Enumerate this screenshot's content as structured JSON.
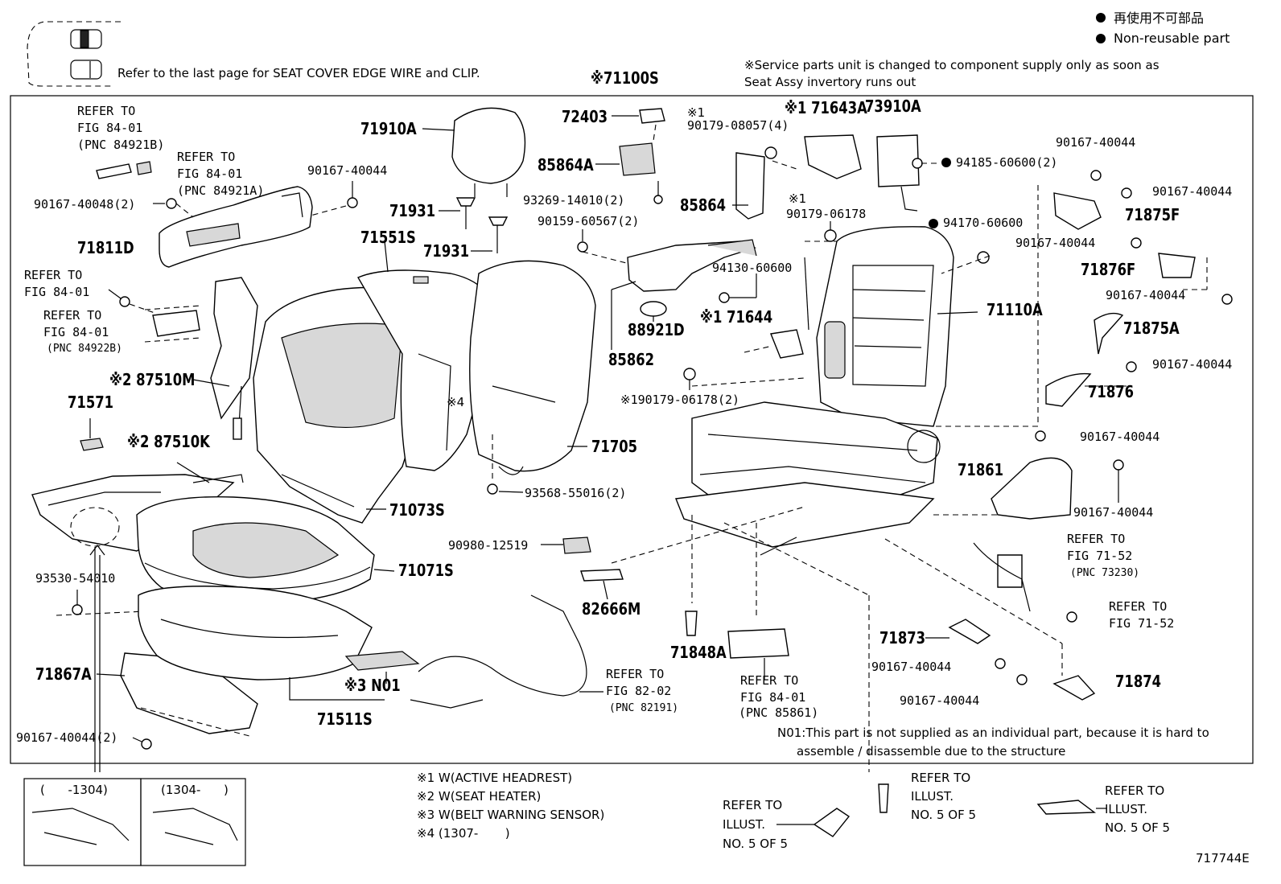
{
  "header": {
    "legend_jp": "再使用不可部品",
    "legend_en": "Non-reusable part",
    "edge_wire_note": "Refer to the last page for SEAT COVER EDGE WIRE and CLIP.",
    "service_note_1": "※Service parts unit is changed to component supply only as soon as",
    "service_note_2": "Seat Assy invertory runs out",
    "assembly_number": "※71100S"
  },
  "labels": {
    "refer_84921b_1": "REFER TO",
    "refer_84921b_2": "FIG 84-01",
    "refer_84921b_3": "(PNC 84921B)",
    "refer_84921a_1": "REFER TO",
    "refer_84921a_2": "FIG 84-01",
    "refer_84921a_3": "(PNC 84921A)",
    "p90167_40048": "90167-40048(2)",
    "p90167_40044_a": "90167-40044",
    "p71811D": "71811D",
    "refer_fig8401_a1": "REFER TO",
    "refer_fig8401_a2": "FIG 84-01",
    "refer_84922b_1": "REFER TO",
    "refer_84922b_2": "FIG 84-01",
    "refer_84922b_3": "(PNC 84922B)",
    "p87510M": "※2 87510M",
    "p71571": "71571",
    "p87510K": "※2 87510K",
    "p93530_54010": "93530-54010",
    "p71867A": "71867A",
    "p90167_40044_2": "90167-40044(2)",
    "p71910A": "71910A",
    "p71931_a": "71931",
    "p71931_b": "71931",
    "p71551S": "71551S",
    "p71073S": "71073S",
    "p71705": "71705",
    "note4": "※4",
    "p93568_55016": "93568-55016(2)",
    "p71071S": "71071S",
    "p71511S": "71511S",
    "pN01": "※3 N01",
    "p72403": "72403",
    "p85864A": "85864A",
    "p93269_14010": "93269-14010(2)",
    "p90159_60567": "90159-60567(2)",
    "p90179_08057_mark": "※1",
    "p90179_08057": "90179-08057(4)",
    "p71643A": "※1 71643A",
    "p73910A": "73910A",
    "p85864": "85864",
    "p94130_60600": "94130-60600",
    "p71644": "※1 71644",
    "p88921D": "88921D",
    "p85862": "85862",
    "p90179_06178_mark": "※1",
    "p90179_06178": "90179-06178",
    "p94170_60600": "94170-60600",
    "p94185_60600": "94185-60600(2)",
    "p90179_06178_2": "※190179-06178(2)",
    "p71110A": "71110A",
    "p90980_12519": "90980-12519",
    "p82666M": "82666M",
    "p71848A": "71848A",
    "refer_82191_1": "REFER TO",
    "refer_82191_2": "FIG 82-02",
    "refer_82191_3": "(PNC 82191)",
    "refer_85861_1": "REFER TO",
    "refer_85861_2": "FIG 84-01",
    "refer_85861_3": "(PNC 85861)",
    "p90167_40044_r1": "90167-40044",
    "p90167_40044_r2": "90167-40044",
    "p71875F": "71875F",
    "p90167_40044_r3": "90167-40044",
    "p71876F": "71876F",
    "p90167_40044_r4": "90167-40044",
    "p71875A": "71875A",
    "p90167_40044_r5": "90167-40044",
    "p71876": "71876",
    "p90167_40044_r6": "90167-40044",
    "p71861": "71861",
    "p90167_40044_r7": "90167-40044",
    "refer_73230_1": "REFER TO",
    "refer_73230_2": "FIG 71-52",
    "refer_73230_3": "(PNC 73230)",
    "refer_7152_1": "REFER TO",
    "refer_7152_2": "FIG 71-52",
    "p71873": "71873",
    "p90167_40044_r8": "90167-40044",
    "p90167_40044_r9": "90167-40044",
    "p71874": "71874",
    "n01_note_1": "N01:This part is not supplied as an individual part, because it is hard to",
    "n01_note_2": "assemble / disassemble due to the structure"
  },
  "footer": {
    "inset_left": "(      -1304)",
    "inset_right": "(1304-      )",
    "note1": "※1 W(ACTIVE HEADREST)",
    "note2": "※2 W(SEAT HEATER)",
    "note3": "※3 W(BELT WARNING SENSOR)",
    "note4": "※4 (1307-       )",
    "refer_illust_a1": "REFER TO",
    "refer_illust_a2": "ILLUST.",
    "refer_illust_a3": "NO. 5 OF 5",
    "refer_illust_b1": "REFER TO",
    "refer_illust_b2": "ILLUST.",
    "refer_illust_b3": "NO. 5 OF 5",
    "refer_illust_c1": "REFER TO",
    "refer_illust_c2": "ILLUST.",
    "refer_illust_c3": "NO. 5 OF 5",
    "drawing_id": "717744E"
  }
}
